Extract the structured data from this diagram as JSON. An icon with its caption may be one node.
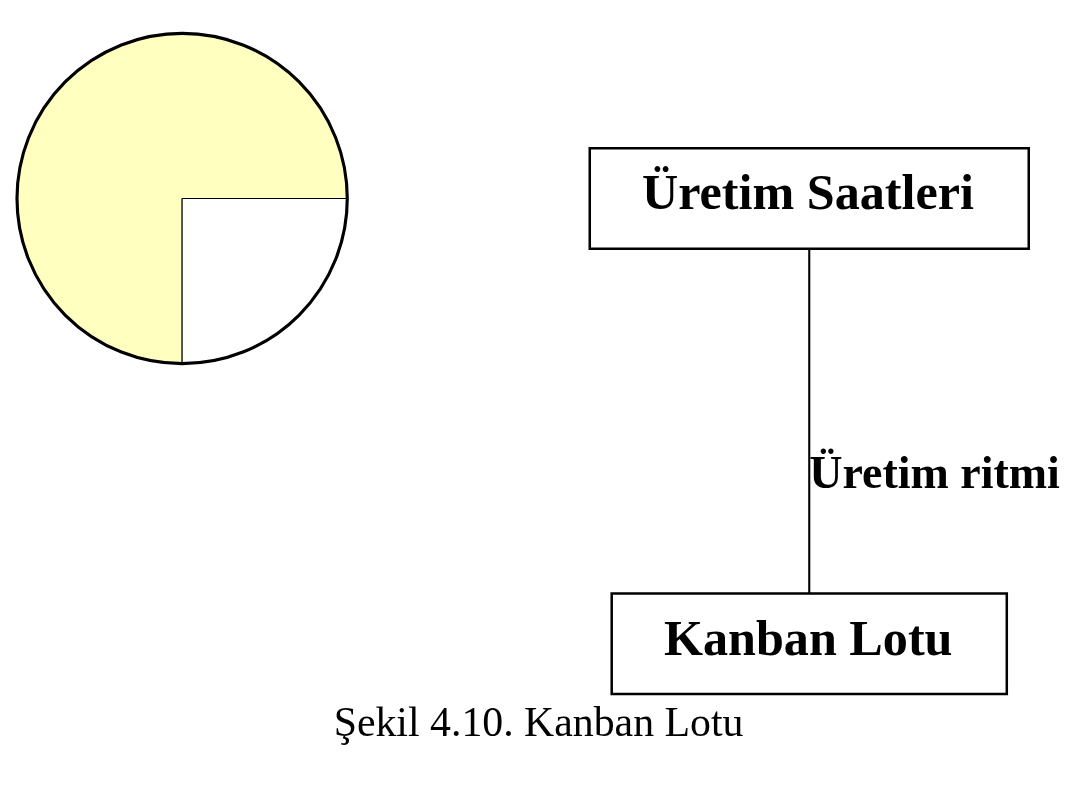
{
  "diagram": {
    "caption": "Şekil 4.10. Kanban Lotu",
    "nodes": [
      {
        "text": [],
        "shape": "pie"
      },
      {
        "text": [
          "Üretim Saatleri"
        ]
      },
      {
        "text": [
          "Kanban Lotu"
        ]
      }
    ],
    "edges": [
      {
        "from": 1,
        "to": 2,
        "arrow": "none",
        "label": "Üretim ritmi"
      }
    ]
  }
}
